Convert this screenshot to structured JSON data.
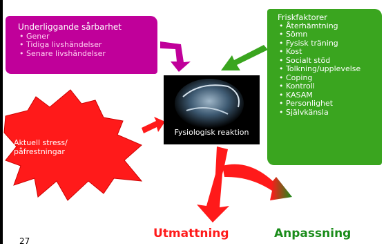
{
  "vulnerability": {
    "title": "Underliggande sårbarhet",
    "items": [
      "Gener",
      "Tidiga livshändelser",
      "Senare livshändelser"
    ]
  },
  "protective": {
    "title": "Friskfaktorer",
    "items": [
      "Återhämtning",
      "Sömn",
      "Fysisk träning",
      "Kost",
      "Socialt stöd",
      "Tolkning/upplevelse",
      "Coping",
      "Kontroll",
      "KASAM",
      "Personlighet",
      "Självkänsla"
    ]
  },
  "center": {
    "label": "Fysiologisk reaktion"
  },
  "stress": {
    "label": "Aktuell stress/ påfrestningar"
  },
  "outcomes": {
    "exhaustion": "Utmattning",
    "adaptation": "Anpassning"
  },
  "page_number": "27",
  "colors": {
    "magenta": "#c0009a",
    "green": "#3aa51f",
    "red": "#ff1a1a",
    "dark_green": "#1a8c1a"
  }
}
